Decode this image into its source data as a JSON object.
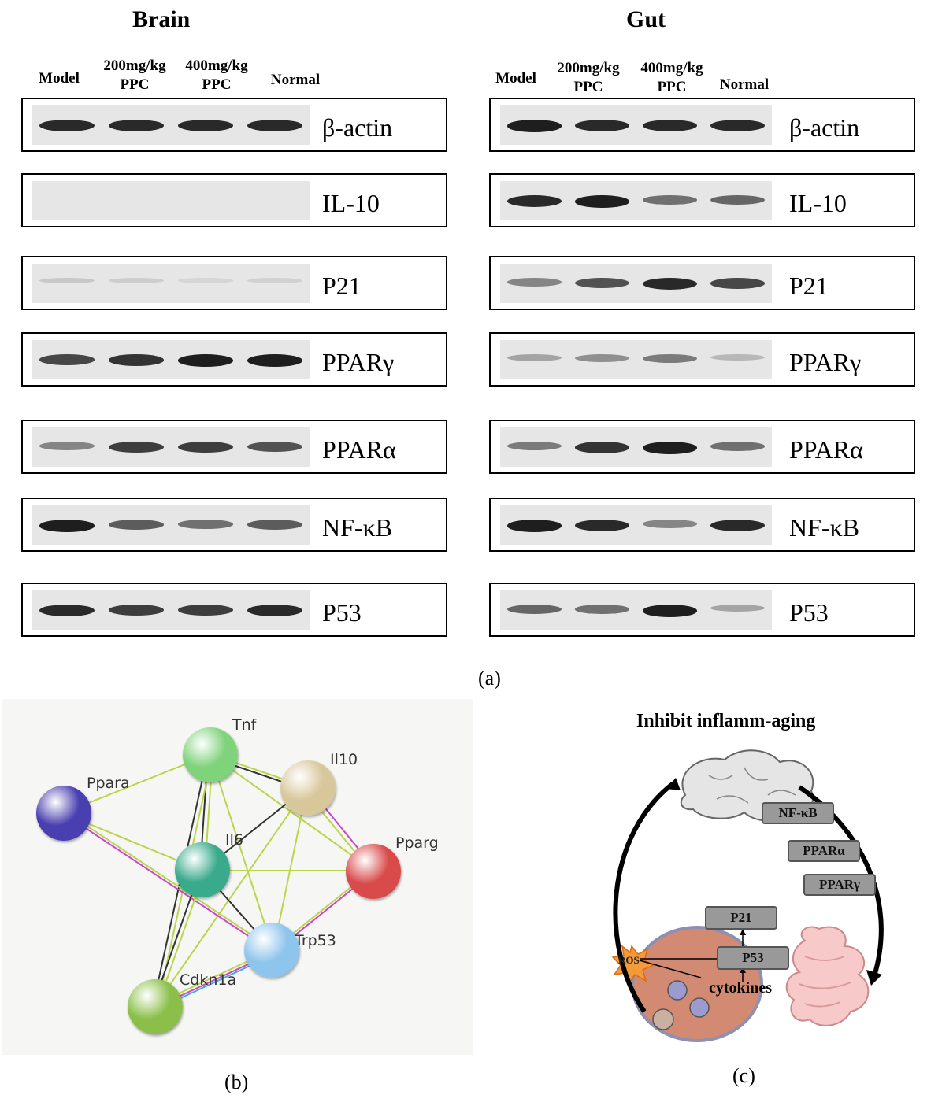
{
  "panel_a": {
    "brain_title": "Brain",
    "gut_title": "Gut",
    "lanes": [
      {
        "line1": "Model",
        "line2": ""
      },
      {
        "line1": "200mg/kg",
        "line2": "PPC"
      },
      {
        "line1": "400mg/kg",
        "line2": "PPC"
      },
      {
        "line1": "Normal",
        "line2": ""
      }
    ],
    "proteins": [
      "β-actin",
      "IL-10",
      "P21",
      "PPARγ",
      "PPARα",
      "NF-κB",
      "P53"
    ],
    "brain_intensity": [
      [
        0.9,
        0.9,
        0.9,
        0.9
      ],
      [
        0.0,
        0.0,
        0.0,
        0.0
      ],
      [
        0.12,
        0.1,
        0.06,
        0.08
      ],
      [
        0.75,
        0.85,
        0.95,
        0.95
      ],
      [
        0.45,
        0.8,
        0.8,
        0.7
      ],
      [
        0.95,
        0.65,
        0.55,
        0.65
      ],
      [
        0.9,
        0.8,
        0.8,
        0.9
      ]
    ],
    "gut_intensity": [
      [
        0.95,
        0.9,
        0.9,
        0.9
      ],
      [
        0.9,
        0.95,
        0.55,
        0.6
      ],
      [
        0.45,
        0.7,
        0.9,
        0.75
      ],
      [
        0.3,
        0.4,
        0.5,
        0.2
      ],
      [
        0.5,
        0.85,
        0.95,
        0.55
      ],
      [
        0.95,
        0.9,
        0.45,
        0.9
      ],
      [
        0.6,
        0.55,
        0.95,
        0.3
      ]
    ],
    "caption": "(a)"
  },
  "panel_b": {
    "caption": "(b)",
    "nodes": [
      {
        "id": "Tnf",
        "color": "#7fd37a"
      },
      {
        "id": "Il10",
        "color": "#d8c79a"
      },
      {
        "id": "Ppara",
        "color": "#4a3fb0"
      },
      {
        "id": "Il6",
        "color": "#3aaa8c"
      },
      {
        "id": "Pparg",
        "color": "#d94a4a"
      },
      {
        "id": "Trp53",
        "color": "#8ec5ec"
      },
      {
        "id": "Cdkn1a",
        "color": "#8bbf4a"
      }
    ]
  },
  "panel_c": {
    "title": "Inhibit inflamm-aging",
    "tags": [
      "NF-κB",
      "PPARα",
      "PPARγ",
      "P21",
      "P53"
    ],
    "ros": "ROS",
    "cytokines": "cytokines",
    "caption": "(c)"
  }
}
